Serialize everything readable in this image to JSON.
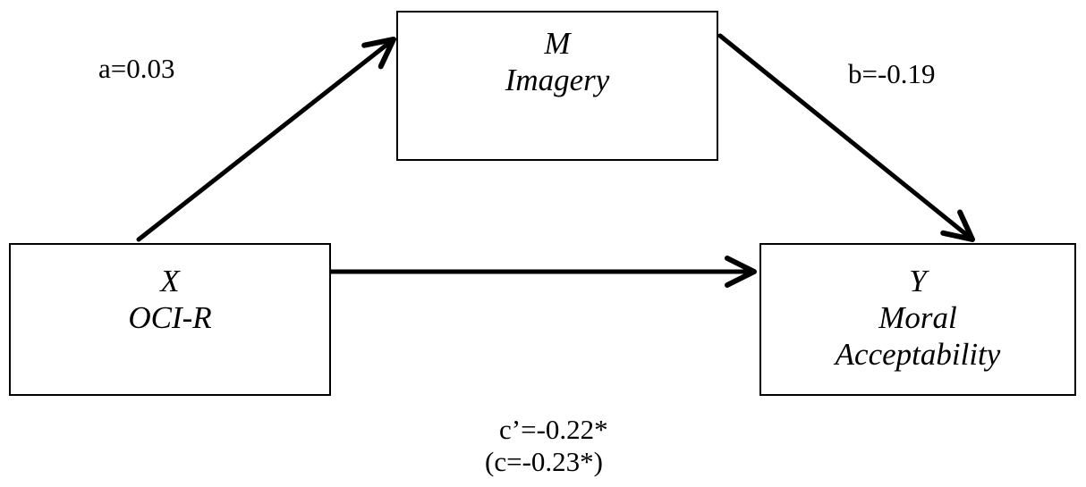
{
  "nodes": {
    "mediator": {
      "symbol": "M",
      "name": "Imagery"
    },
    "predictor": {
      "symbol": "X",
      "name": "OCI-R"
    },
    "outcome": {
      "symbol": "Y",
      "name_line1": "Moral",
      "name_line2": "Acceptability"
    }
  },
  "paths": {
    "a": "a=0.03",
    "b": "b=-0.19",
    "c_prime": "c’=-0.22*",
    "c_total": "(c=-0.23*)"
  },
  "colors": {
    "stroke": "#000000",
    "background": "#ffffff"
  }
}
